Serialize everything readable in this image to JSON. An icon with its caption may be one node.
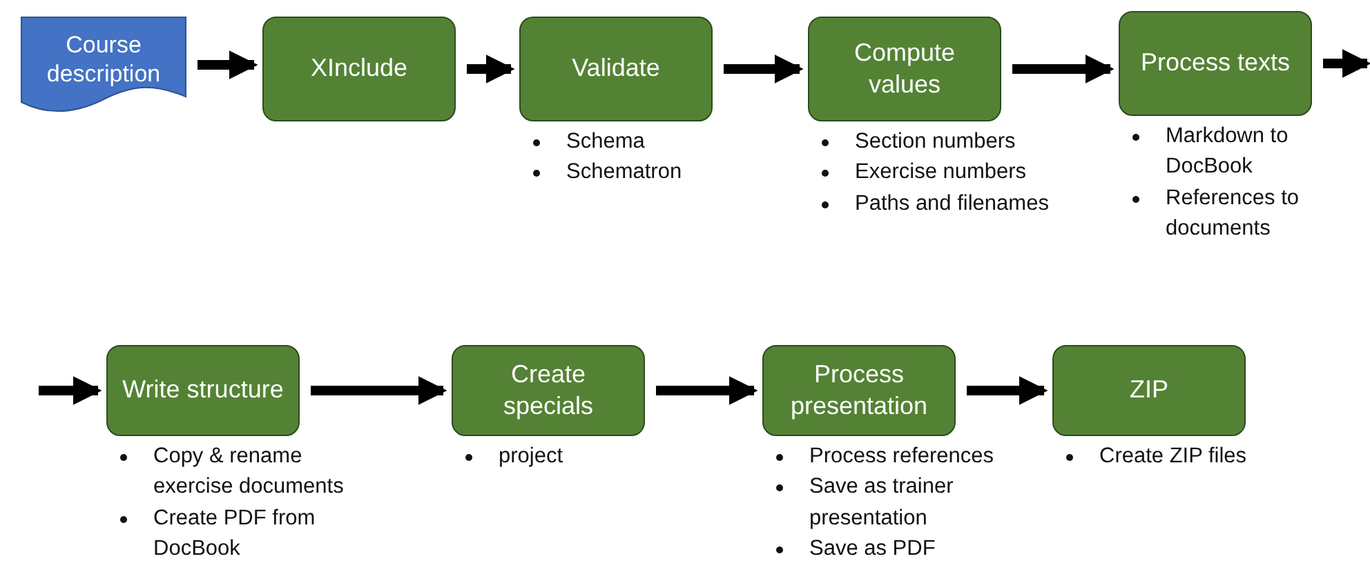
{
  "diagram": {
    "nodes": [
      {
        "text": [
          "Course description"
        ]
      },
      {
        "text": [
          "XInclude"
        ]
      },
      {
        "text": [
          "Validate"
        ],
        "beside": [
          "Schema",
          "Schematron"
        ]
      },
      {
        "text": [
          "Compute values"
        ],
        "beside": [
          "Section numbers",
          "Exercise numbers",
          "Paths and filenames"
        ]
      },
      {
        "text": [
          "Process texts"
        ],
        "beside": [
          "Markdown to DocBook",
          "References to documents"
        ]
      },
      {
        "text": [
          "Write structure"
        ],
        "beside": [
          "Copy & rename exercise documents",
          "Create PDF from DocBook"
        ]
      },
      {
        "text": [
          "Create specials"
        ],
        "beside": [
          "project"
        ]
      },
      {
        "text": [
          "Process presentation"
        ],
        "beside": [
          "Process references",
          "Save as trainer presentation",
          "Save as PDF"
        ]
      },
      {
        "text": [
          "ZIP"
        ],
        "beside": [
          "Create ZIP files"
        ]
      }
    ],
    "edges": [
      {
        "from": 0,
        "to": 1,
        "arrow": "to"
      },
      {
        "from": 1,
        "to": 2,
        "arrow": "to"
      },
      {
        "from": 2,
        "to": 3,
        "arrow": "to"
      },
      {
        "from": 3,
        "to": 4,
        "arrow": "to"
      },
      {
        "from": 4,
        "to": null,
        "arrow": "to"
      },
      {
        "from": null,
        "to": 5,
        "arrow": "to"
      },
      {
        "from": 5,
        "to": 6,
        "arrow": "to"
      },
      {
        "from": 6,
        "to": 7,
        "arrow": "to"
      },
      {
        "from": 7,
        "to": 8,
        "arrow": "to"
      }
    ]
  }
}
